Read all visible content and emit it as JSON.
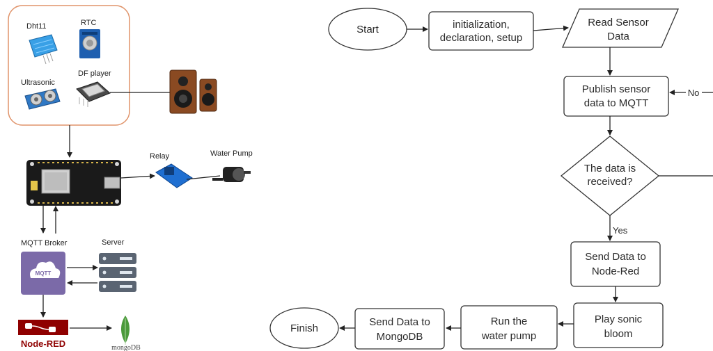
{
  "hardware": {
    "sensors": {
      "dht11": "Dht11",
      "rtc": "RTC",
      "ultrasonic": "Ultrasonic",
      "df_player": "DF player"
    },
    "relay": "Relay",
    "water_pump": "Water Pump",
    "mqtt_broker": "MQTT Broker",
    "mqtt_logo": "MQTT",
    "server": "Server",
    "node_red": "Node-RED",
    "mongodb": "mongoDB"
  },
  "flowchart": {
    "start": "Start",
    "init_line1": "initialization,",
    "init_line2": "declaration, setup",
    "read_line1": "Read Sensor",
    "read_line2": "Data",
    "publish_line1": "Publish sensor",
    "publish_line2": "data to MQTT",
    "decision_line1": "The data is",
    "decision_line2": "received?",
    "no_label": "No",
    "yes_label": "Yes",
    "send_nodered_line1": "Send Data to",
    "send_nodered_line2": "Node-Red",
    "play_line1": "Play sonic",
    "play_line2": "bloom",
    "pump_line1": "Run the",
    "pump_line2": "water pump",
    "mongo_line1": "Send Data to",
    "mongo_line2": "MongoDB",
    "finish": "Finish"
  },
  "colors": {
    "sensor_box_border": "#e0936a",
    "board": "#1a1a1a",
    "relay": "#1f6fd1",
    "mqtt_tile": "#7b6aa8",
    "node_red": "#8f0000",
    "mongodb": "#4b9a3b",
    "stroke": "#333333"
  }
}
